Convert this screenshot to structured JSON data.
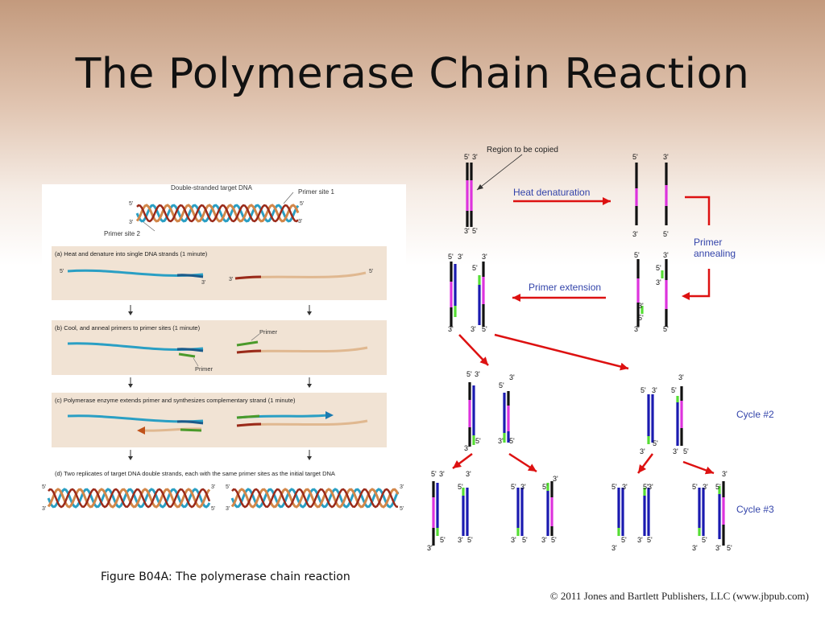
{
  "slide": {
    "title": "The Polymerase Chain Reaction",
    "caption": "Figure B04A: The polymerase chain reaction",
    "copyright": "© 2011 Jones and Bartlett Publishers, LLC (www.jbpub.com)"
  },
  "left_figure": {
    "header": "Double-stranded target DNA",
    "primer_site_1": "Primer site 1",
    "primer_site_2": "Primer site 2",
    "five": "5'",
    "three": "3'",
    "step_a": "(a) Heat and denature into single DNA strands (1 minute)",
    "step_b": "(b) Cool, and anneal primers to primer sites (1 minute)",
    "step_c": "(c) Polymerase enzyme extends primer and synthesizes complementary strand (1 minute)",
    "step_d": "(d) Two replicates of target DNA double strands, each with the same primer sites as the initial target DNA",
    "primer_top": "Primer",
    "primer_bottom": "Primer"
  },
  "right_figure": {
    "region_label": "Region to be copied",
    "heat_denaturation": "Heat denaturation",
    "primer_annealing_1": "Primer",
    "primer_annealing_2": "annealing",
    "primer_extension": "Primer extension",
    "cycle_2": "Cycle #2",
    "cycle_3": "Cycle #3",
    "five": "5'",
    "three": "3'"
  },
  "colors": {
    "strand_black": "#111111",
    "strand_blue": "#1a1ab0",
    "target_region": "#dd33dd",
    "primer": "#55dd33",
    "arrow_red": "#dd1111",
    "label_blue": "#3344aa",
    "helix_blue": "#2a9fc4",
    "helix_orange": "#d2874a",
    "helix_red": "#9a2a1a",
    "step_band": "#f1e3d4"
  }
}
